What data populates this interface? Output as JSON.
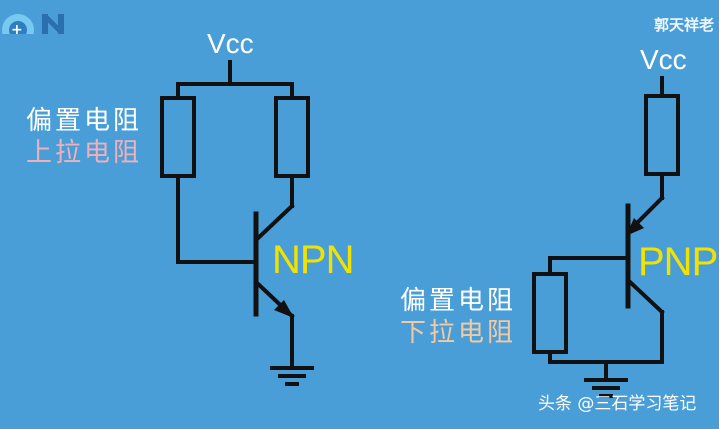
{
  "left_circuit": {
    "vcc_label": "Vcc",
    "transistor_label": "NPN",
    "resistor_caption_1": "偏置电阻",
    "resistor_caption_2": "上拉电阻"
  },
  "right_circuit": {
    "vcc_label": "Vcc",
    "transistor_label": "PNP",
    "resistor_caption_1": "偏置电阻",
    "resistor_caption_2": "下拉电阻"
  },
  "watermark_top": "郭天祥老",
  "watermark_bottom": "头条 @三石学习笔记",
  "colors": {
    "background": "#4a9ed8",
    "wire": "#111111",
    "transistor_label": "#f2e200",
    "pullup_caption": "#f0b0b8",
    "pulldown_caption": "#f4c9a0"
  }
}
